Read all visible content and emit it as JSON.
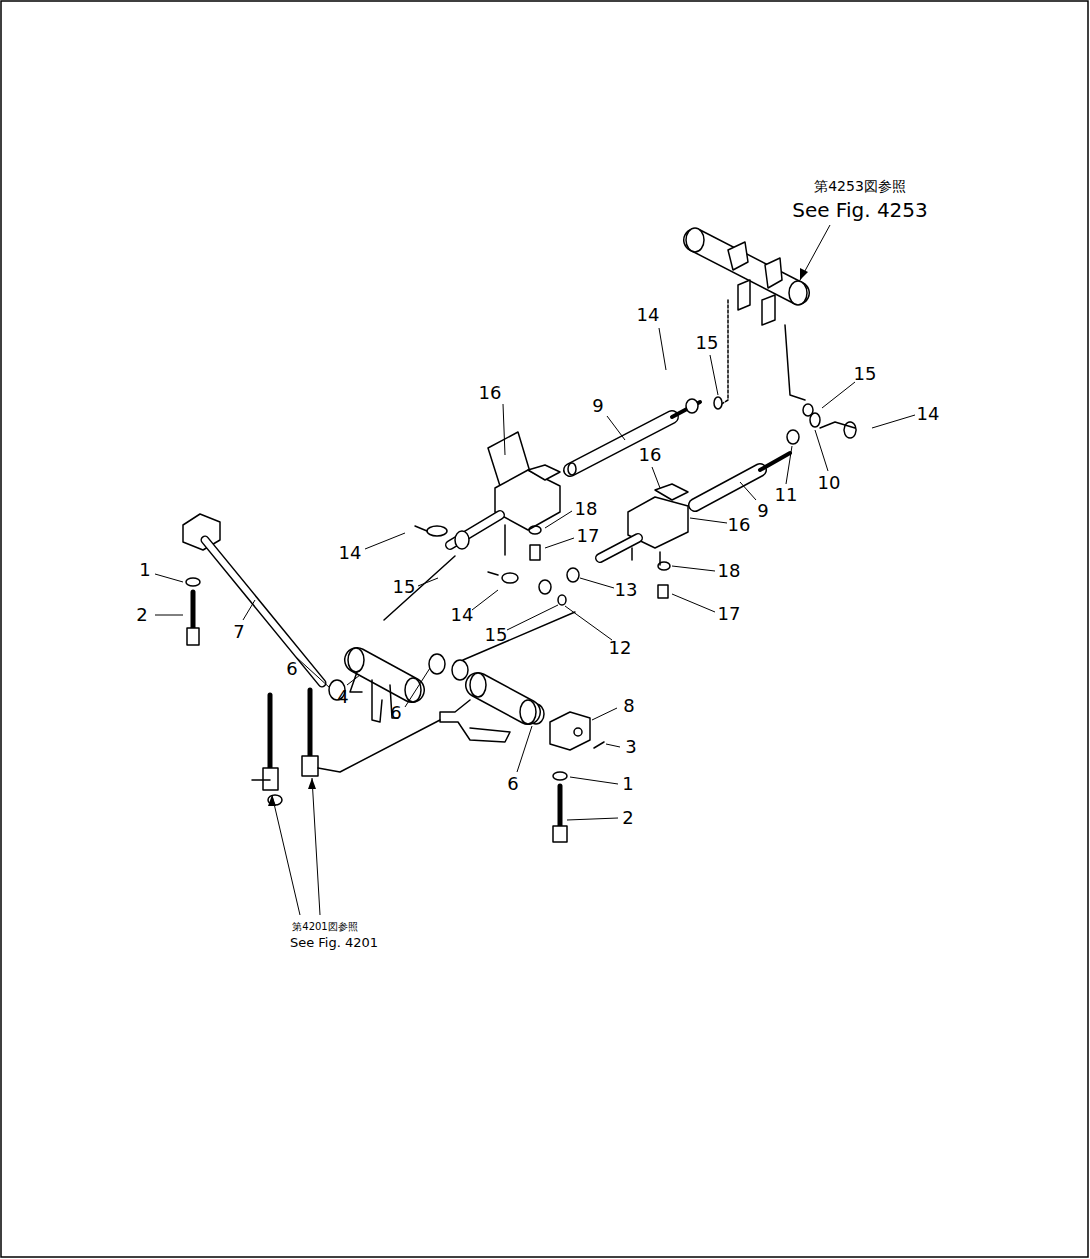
{
  "diagram": {
    "labels": [
      "第4253図参照",
      "See Fig. 4253",
      "14",
      "15",
      "15",
      "16",
      "9",
      "14",
      "16",
      "10",
      "11",
      "9",
      "18",
      "16",
      "14",
      "17",
      "1",
      "15",
      "18",
      "13",
      "14",
      "2",
      "17",
      "7",
      "15",
      "12",
      "6",
      "4",
      "8",
      "6",
      "3",
      "6",
      "1",
      "2",
      "第4201図参照",
      "See Fig. 4201"
    ]
  }
}
